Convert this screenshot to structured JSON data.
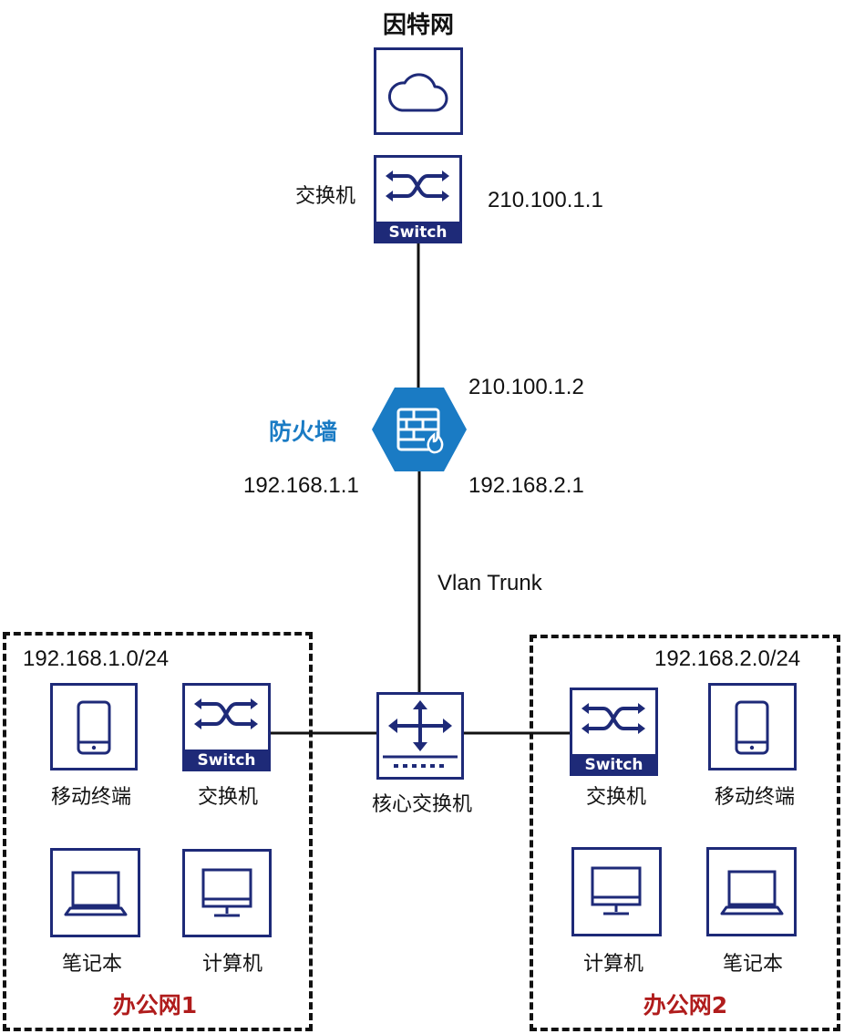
{
  "internet": {
    "label": "因特网",
    "icon": "cloud-icon"
  },
  "top_switch": {
    "label": "交换机",
    "tag": "Switch",
    "ip": "210.100.1.1"
  },
  "firewall": {
    "label": "防火墙",
    "icon": "firewall-icon",
    "ip_outer": "210.100.1.2",
    "ip_left": "192.168.1.1",
    "ip_right": "192.168.2.1"
  },
  "trunk_label": "Vlan Trunk",
  "core_switch": {
    "label": "核心交换机",
    "icon": "core-switch-icon"
  },
  "office1": {
    "subnet": "192.168.1.0/24",
    "name": "办公网1",
    "devices": {
      "mobile": "移动终端",
      "switch": "交换机",
      "switch_tag": "Switch",
      "laptop": "笔记本",
      "computer": "计算机"
    }
  },
  "office2": {
    "subnet": "192.168.2.0/24",
    "name": "办公网2",
    "devices": {
      "switch": "交换机",
      "switch_tag": "Switch",
      "mobile": "移动终端",
      "computer": "计算机",
      "laptop": "笔记本"
    }
  },
  "colors": {
    "icon_navy": "#1e2a78",
    "firewall_blue": "#1a7bc4",
    "office_label_red": "#b01c1c"
  }
}
